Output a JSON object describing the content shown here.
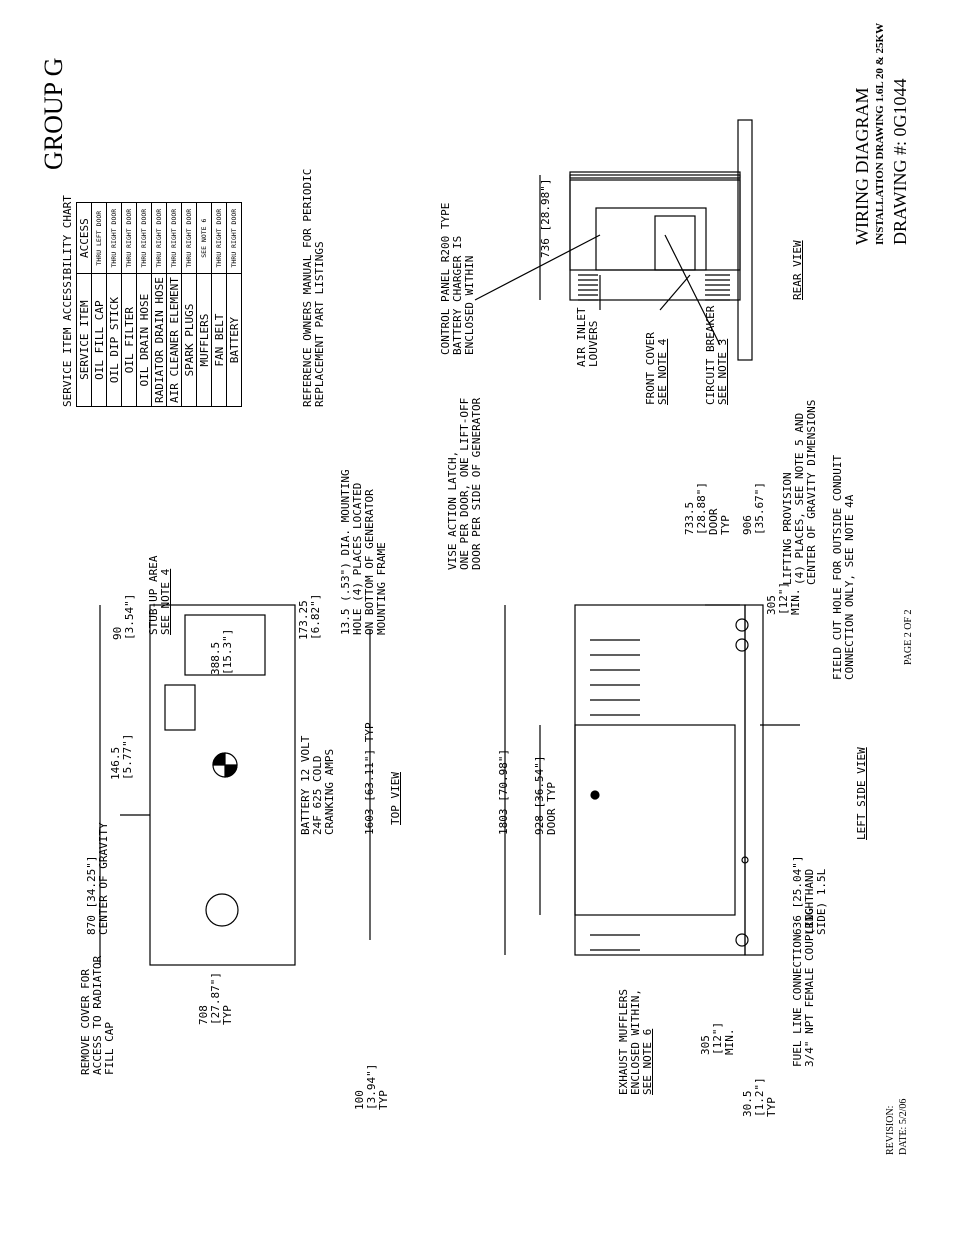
{
  "header": {
    "group": "GROUP G"
  },
  "service_chart": {
    "title": "SERVICE ITEM ACCESSIBILITY CHART",
    "col_item": "SERVICE ITEM",
    "col_access": "ACCESS",
    "rows": [
      {
        "item": "OIL FILL CAP",
        "access": "THRU LEFT DOOR"
      },
      {
        "item": "OIL DIP STICK",
        "access": "THRU RIGHT DOOR"
      },
      {
        "item": "OIL FILTER",
        "access": "THRU RIGHT DOOR"
      },
      {
        "item": "OIL DRAIN HOSE",
        "access": "THRU RIGHT DOOR"
      },
      {
        "item": "RADIATOR DRAIN HOSE",
        "access": "THRU RIGHT DOOR"
      },
      {
        "item": "AIR CLEANER ELEMENT",
        "access": "THRU RIGHT DOOR"
      },
      {
        "item": "SPARK PLUGS",
        "access": "THRU RIGHT DOOR"
      },
      {
        "item": "MUFFLERS",
        "access": "SEE NOTE 6"
      },
      {
        "item": "FAN BELT",
        "access": "THRU RIGHT DOOR"
      },
      {
        "item": "BATTERY",
        "access": "THRU RIGHT DOOR"
      }
    ],
    "reference_line1": "REFERENCE OWNERS MANUAL FOR PERIODIC",
    "reference_line2": "REPLACEMENT PART LISTINGS"
  },
  "top_view": {
    "title": "TOP VIEW",
    "cg_line1": "870 [34.25\"]",
    "cg_line2": "CENTER OF GRAVITY",
    "dim_146_1": "146.5",
    "dim_146_2": "[5.77\"]",
    "dim_90_1": "90",
    "dim_90_2": "[3.54\"]",
    "stub_line1": "STUB-UP AREA",
    "stub_line2": "SEE NOTE 4",
    "dim_388_1": "388.5",
    "dim_388_2": "[15.3\"]",
    "dim_173_1": "173.25",
    "dim_173_2": "[6.82\"]",
    "mount_line1": "13.5 (.53\") DIA. MOUNTING",
    "mount_line2": "HOLE (4) PLACES LOCATED",
    "mount_line3": "ON BOTTOM OF GENERATOR",
    "mount_line4": "MOUNTING FRAME",
    "battery_line1": "BATTERY 12 VOLT",
    "battery_line2": "24F 625 COLD",
    "battery_line3": "CRANKING AMPS",
    "dim_1603": "1603 [63.11\"] TYP",
    "remove_line1": "REMOVE COVER FOR",
    "remove_line2": "ACCESS TO RADIATOR",
    "remove_line3": "FILL CAP",
    "dim_708_1": "708",
    "dim_708_2": "[27.87\"]",
    "dim_708_3": "TYP",
    "dim_100_1": "100",
    "dim_100_2": "[3.94\"]",
    "dim_100_3": "TYP"
  },
  "left_side_view": {
    "title": "LEFT SIDE VIEW",
    "vise_line1": "VISE ACTION LATCH,",
    "vise_line2": "ONE PER DOOR, ONE LIFT-OFF",
    "vise_line3": "DOOR PER SIDE OF GENERATOR",
    "dim_1803": "1803 [70.98\"]",
    "dim_928_1": "928 [36.54\"]",
    "dim_928_2": "DOOR TYP",
    "dim_733_1": "733.5",
    "dim_733_2": "[28.88\"]",
    "dim_733_3": "DOOR",
    "dim_733_4": "TYP",
    "dim_906_1": "906",
    "dim_906_2": "[35.67\"]",
    "dim_305r_1": "305",
    "dim_305r_2": "[12\"]",
    "dim_305r_3": "MIN.",
    "dim_305l_1": "305",
    "dim_305l_2": "[12\"]",
    "dim_305l_3": "MIN.",
    "exhaust_line1": "EXHAUST MUFFLERS",
    "exhaust_line2": "ENCLOSED WITHIN,",
    "exhaust_line3": "SEE NOTE 6",
    "dim_30_1": "30.5",
    "dim_30_2": "[1.2\"]",
    "dim_30_3": "TYP",
    "fuel_line1": "FUEL LINE CONNECTION",
    "fuel_line2": "3/4\" NPT FEMALE COUPLING",
    "dim_636_1": "636 [25.04\"]",
    "dim_636_2": "(RIGHTHAND",
    "dim_636_3": "SIDE) 1.5L",
    "lift_line1": "LIFTING PROVISION",
    "lift_line2": "(4) PLACES, SEE NOTE 5 AND",
    "lift_line3": "CENTER OF GRAVITY DIMENSIONS",
    "field_line1": "FIELD CUT HOLE FOR OUTSIDE CONDUIT",
    "field_line2": "CONNECTION ONLY, SEE NOTE 4A"
  },
  "rear_view": {
    "title": "REAR VIEW",
    "dim_736": "736 [28.98\"]",
    "control_line1": "CONTROL PANEL R200 TYPE",
    "control_line2": "BATTERY CHARGER IS",
    "control_line3": "ENCLOSED WITHIN",
    "air_line1": "AIR INLET",
    "air_line2": "LOUVERS",
    "front_line1": "FRONT COVER",
    "front_line2": "SEE NOTE 4",
    "cb_line1": "CIRCUIT BREAKER",
    "cb_line2": "SEE NOTE 3"
  },
  "title_block": {
    "page": "PAGE 2 OF 2",
    "revision": "REVISION:",
    "date": "DATE: 5/2/06",
    "diagram": "WIRING DIAGRAM",
    "installation": "INSTALLATION DRAWING 1.6L 20 & 25KW",
    "drawing": "DRAWING #: 0G1044"
  }
}
